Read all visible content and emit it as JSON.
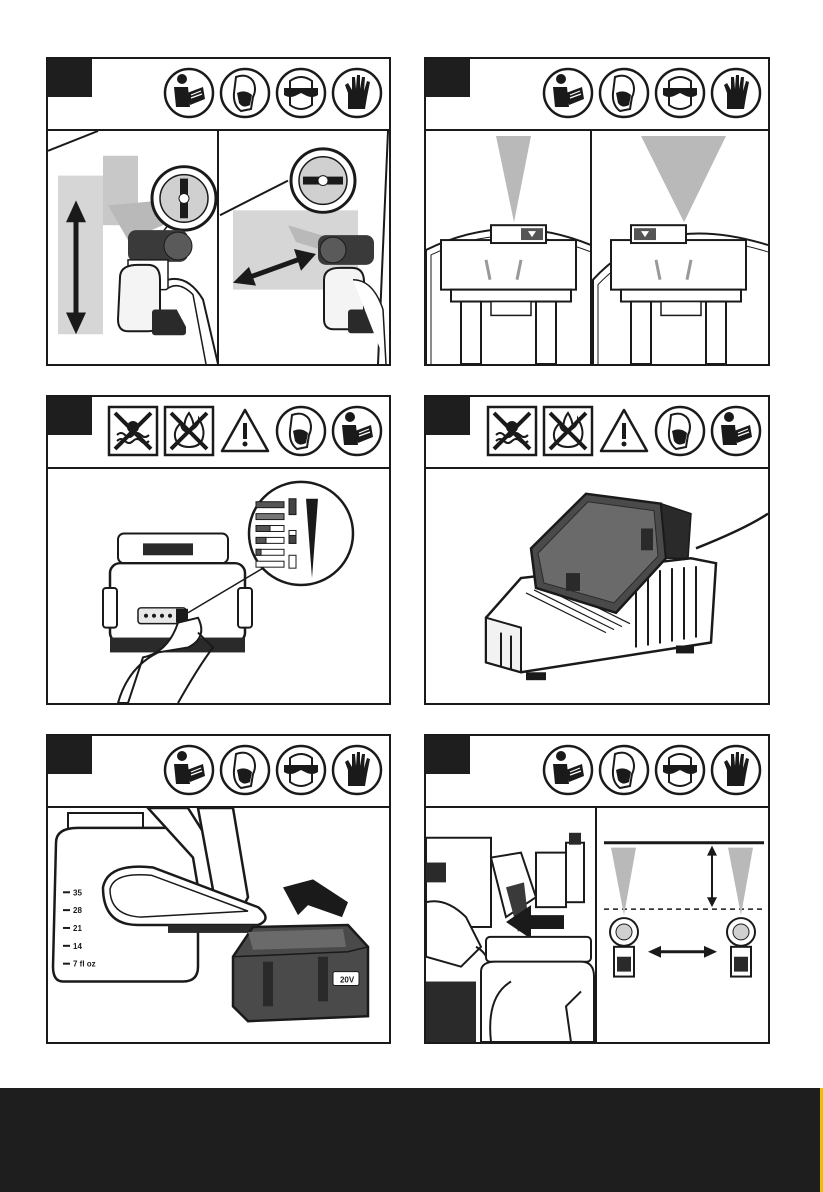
{
  "colors": {
    "ink": "#1a1a1a",
    "step_box": "#1e1e1e",
    "spray": "#b9b9b9",
    "surface": "#d6d6d6",
    "footer": "#1e1e1e",
    "footer_edge": "#f0c000"
  },
  "panels": [
    {
      "id": "1",
      "icons": [
        "read-manual-icon",
        "dust-mask-icon",
        "safety-goggles-icon",
        "protective-gloves-icon"
      ]
    },
    {
      "id": "2",
      "icons": [
        "read-manual-icon",
        "dust-mask-icon",
        "safety-goggles-icon",
        "protective-gloves-icon"
      ]
    },
    {
      "id": "3",
      "icons": [
        "no-water-icon",
        "no-fire-icon",
        "warning-triangle-icon",
        "dust-mask-icon",
        "read-manual-icon"
      ]
    },
    {
      "id": "4",
      "icons": [
        "no-water-icon",
        "no-fire-icon",
        "warning-triangle-icon",
        "dust-mask-icon",
        "read-manual-icon"
      ]
    },
    {
      "id": "5",
      "icons": [
        "read-manual-icon",
        "dust-mask-icon",
        "safety-goggles-icon",
        "protective-gloves-icon"
      ]
    },
    {
      "id": "6",
      "icons": [
        "read-manual-icon",
        "dust-mask-icon",
        "safety-goggles-icon",
        "protective-gloves-icon"
      ]
    }
  ],
  "container_scale": {
    "labels": [
      "35",
      "28",
      "21",
      "14",
      "7 fl oz"
    ]
  },
  "battery_label": "20V"
}
